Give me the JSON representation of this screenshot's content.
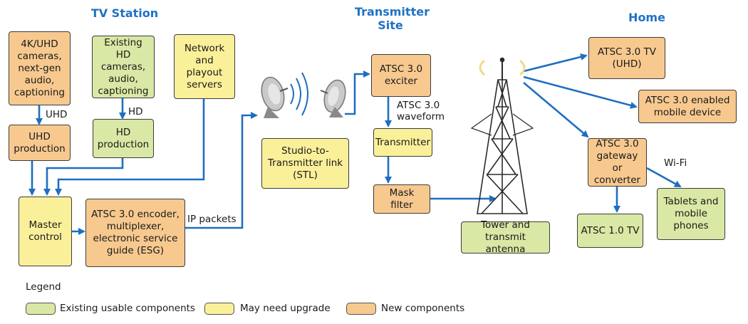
{
  "sections": {
    "tv_station": "TV Station",
    "transmitter_site": "Transmitter\nSite",
    "home": "Home"
  },
  "colors": {
    "new": "#f7c98f",
    "upgrade": "#fbf09a",
    "existing": "#d9e8a4",
    "arrow": "#1f6ec0",
    "heading": "#1f72c4"
  },
  "boxes": {
    "uhd_cameras": "4K/UHD\ncameras,\nnext-gen\naudio,\ncaptioning",
    "hd_cameras": "Existing HD\ncameras,\naudio,\ncaptioning",
    "network_servers": "Network\nand\nplayout\nservers",
    "uhd_production": "UHD\nproduction",
    "hd_production": "HD\nproduction",
    "master_control": "Master\ncontrol",
    "encoder": "ATSC 3.0 encoder,\nmultiplexer,\nelectronic service\nguide (ESG)",
    "stl": "Studio-to-\nTransmitter link\n(STL)",
    "exciter": "ATSC 3.0\nexciter",
    "transmitter": "Transmitter",
    "mask_filter": "Mask filter",
    "tower": "Tower and\ntransmit antenna",
    "atsc3_tv": "ATSC 3.0 TV\n(UHD)",
    "mobile_device": "ATSC 3.0 enabled\nmobile device",
    "gateway": "ATSC 3.0\ngateway or\nconverter",
    "atsc1_tv": "ATSC 1.0 TV",
    "tablets": "Tablets and\nmobile\nphones"
  },
  "labels": {
    "uhd": "UHD",
    "hd": "HD",
    "ip_packets": "IP packets",
    "waveform": "ATSC 3.0\nwaveform",
    "wifi": "Wi-Fi"
  },
  "legend": {
    "title": "Legend",
    "items": [
      {
        "label": "Existing usable components",
        "color": "#d9e8a4"
      },
      {
        "label": "May need upgrade",
        "color": "#fbf09a"
      },
      {
        "label": "New components",
        "color": "#f7c98f"
      }
    ]
  }
}
